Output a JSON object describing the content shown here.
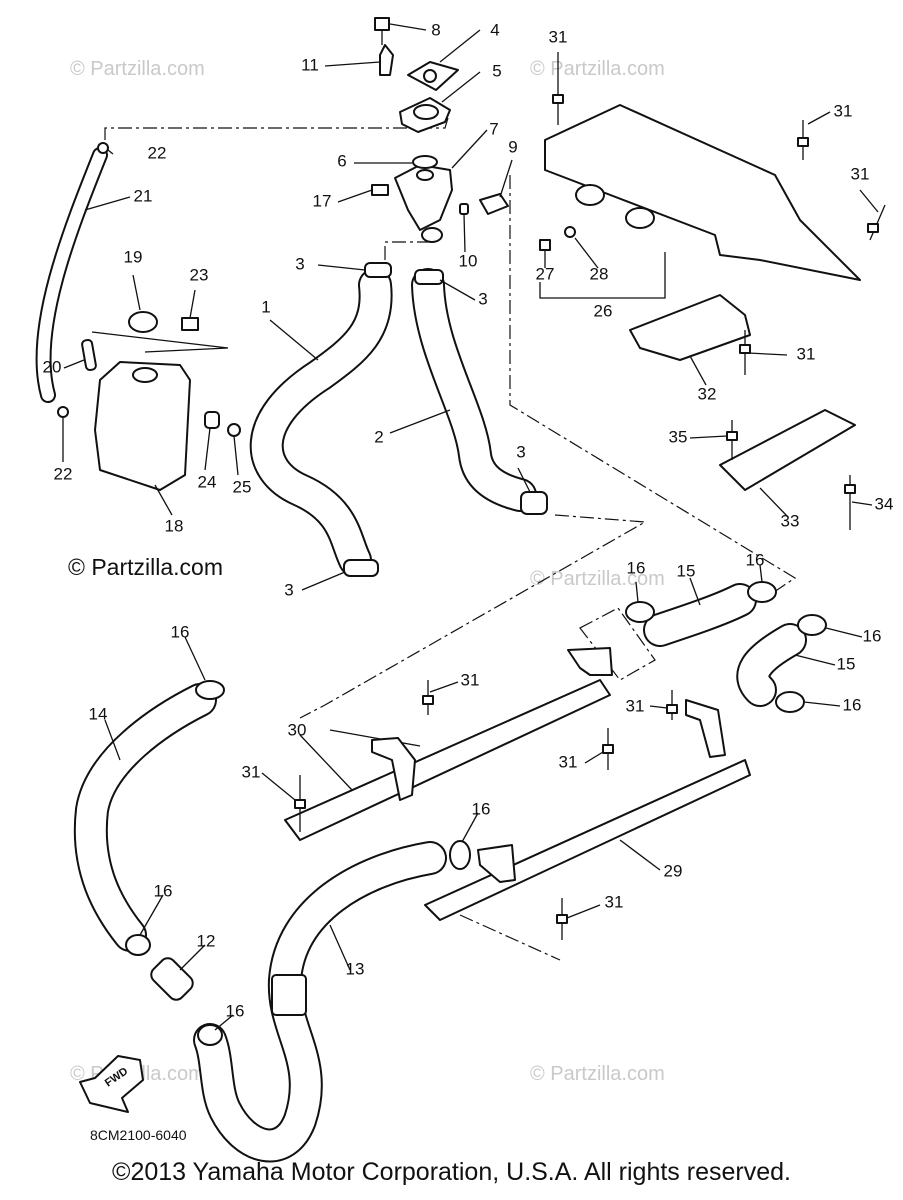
{
  "labels": {
    "l1": "1",
    "l2": "2",
    "l3a": "3",
    "l3b": "3",
    "l3c": "3",
    "l3d": "3",
    "l4": "4",
    "l5": "5",
    "l6": "6",
    "l7": "7",
    "l8": "8",
    "l9": "9",
    "l10": "10",
    "l11": "11",
    "l12": "12",
    "l13": "13",
    "l14": "14",
    "l15a": "15",
    "l15b": "15",
    "l16a": "16",
    "l16b": "16",
    "l16c": "16",
    "l16d": "16",
    "l16e": "16",
    "l16f": "16",
    "l16g": "16",
    "l16h": "16",
    "l17": "17",
    "l18": "18",
    "l19": "19",
    "l20": "20",
    "l21": "21",
    "l22a": "22",
    "l22b": "22",
    "l23": "23",
    "l24": "24",
    "l25": "25",
    "l26": "26",
    "l27": "27",
    "l28": "28",
    "l29": "29",
    "l30": "30",
    "l31a": "31",
    "l31b": "31",
    "l31c": "31",
    "l31d": "31",
    "l31e": "31",
    "l31f": "31",
    "l31g": "31",
    "l31h": "31",
    "l31i": "31",
    "l32": "32",
    "l33": "33",
    "l34": "34",
    "l35": "35"
  },
  "watermarks": {
    "w1": "© Partzilla.com",
    "w2": "© Partzilla.com",
    "w3": "© Partzilla.com",
    "w4": "© Partzilla.com",
    "w5": "© Partzilla.com",
    "main": "© Partzilla.com"
  },
  "fwd_label": "FWD",
  "diagram_code": "8CM2100-6040",
  "copyright": "©2013 Yamaha Motor Corporation, U.S.A. All rights reserved."
}
